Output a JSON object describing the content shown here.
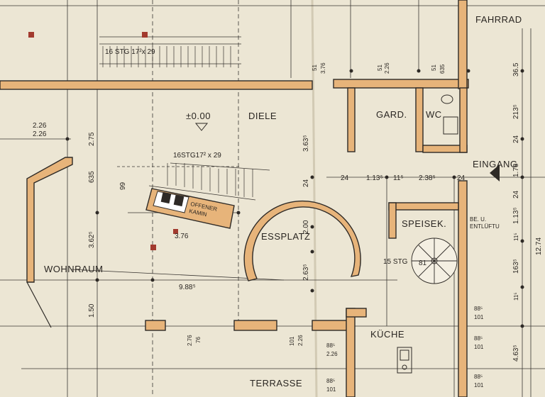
{
  "colors": {
    "paper": "#ece6d4",
    "ink": "#2e2a26",
    "wall_fill": "#e7b47a",
    "marker": "#a23a2e"
  },
  "rooms": {
    "fahrrad": "FAHRRAD",
    "diele": "DIELE",
    "gard": "GARD.",
    "wc": "WC",
    "eingang": "EINGANG",
    "speisek": "SPEISEK.",
    "esspl": "ESSPLATZ",
    "wohnraum": "WOHNRAUM",
    "kueche": "KÜCHE",
    "terrasse": "TERRASSE"
  },
  "labels": {
    "stair_top": "16 STG  17²x 29",
    "stair_mid": "16STG17² x 29",
    "level": "±0.00",
    "kamin_line1": "OFFENER",
    "kamin_line2": "KAMIN",
    "spiral": "15 STG",
    "spiral_num": "81",
    "be_u": "BE. U.",
    "entluftu": "ENTLÜFTU"
  },
  "dims": {
    "d_226a": "2.26",
    "d_226b": "2.26",
    "d_275": "2.75",
    "d_63": "635",
    "d_362": "3.62⁵",
    "d_150": "1.50",
    "d_99": "99",
    "d_376": "3.76",
    "d_988": "9.88⁵",
    "d_363": "3.63⁵",
    "d_24a": "24",
    "d_200": "2.00",
    "d_263": "2.63⁵",
    "d_24b": "24",
    "d_113": "1.13⁵",
    "d_11a": "11⁵",
    "d_238": "2.38⁵",
    "d_24c": "24",
    "d_51a": "51",
    "d_376b": "3.76",
    "d_51b": "51",
    "d_226c": "2.26",
    "d_51c": "51",
    "d_635": "635",
    "d_365": "36.5",
    "d_213": "213⁵",
    "d_24d": "24",
    "d_176": "1.76",
    "d_24e": "24",
    "d_113b": "1.13⁵",
    "d_11b": "11⁵",
    "d_163": "163⁵",
    "d_11c": "11⁵",
    "d_463": "4.63⁵",
    "d_1274": "12.74",
    "d_88a": "88⁵",
    "d_101a": "101",
    "d_88b": "88⁵",
    "d_101b": "101",
    "d_88c": "88⁵",
    "d_101c": "101",
    "d_88d": "88⁵",
    "d_226d": "2.26",
    "d_88e": "88⁵",
    "d_101d": "101",
    "d_276": "2.76",
    "d_76": "76",
    "d_101e": "101",
    "d_226e": "2.26"
  }
}
